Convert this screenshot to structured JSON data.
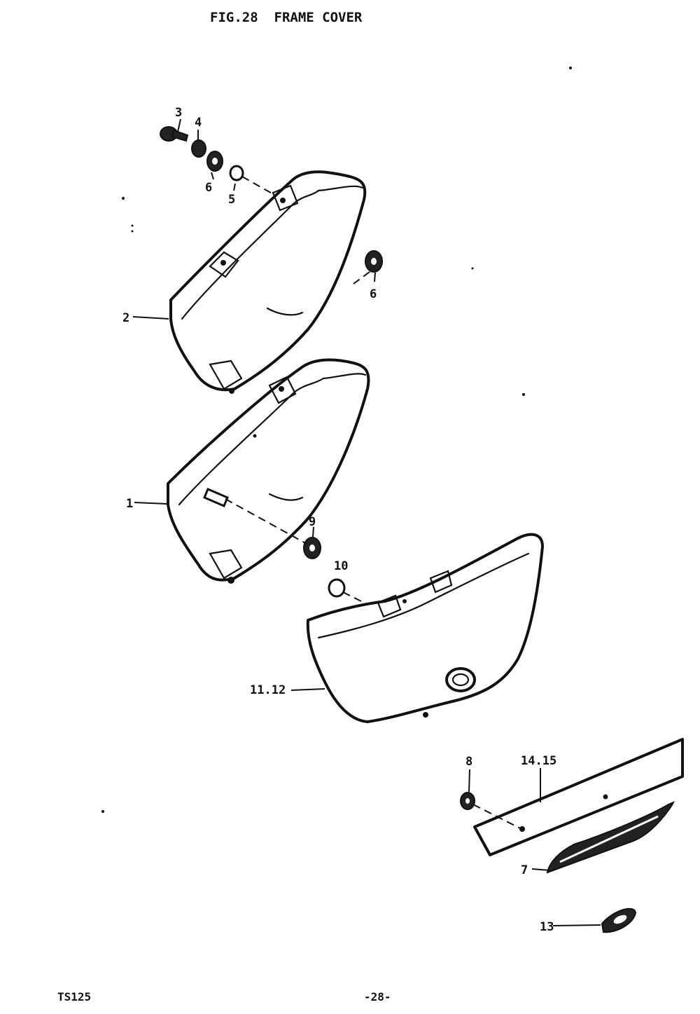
{
  "title": "FIG.28  FRAME COVER",
  "footer": {
    "model": "TS125",
    "page": "-28-"
  },
  "callouts": [
    {
      "id": "p3",
      "label": "3"
    },
    {
      "id": "p4",
      "label": "4"
    },
    {
      "id": "p6a",
      "label": "6"
    },
    {
      "id": "p5",
      "label": "5"
    },
    {
      "id": "p6b",
      "label": "6"
    },
    {
      "id": "p2",
      "label": "2"
    },
    {
      "id": "p1",
      "label": "1"
    },
    {
      "id": "p9",
      "label": "9"
    },
    {
      "id": "p10",
      "label": "10"
    },
    {
      "id": "p1112",
      "label": "11.12"
    },
    {
      "id": "p8",
      "label": "8"
    },
    {
      "id": "p1415",
      "label": "14.15"
    },
    {
      "id": "p7",
      "label": "7"
    },
    {
      "id": "p13",
      "label": "13"
    }
  ]
}
